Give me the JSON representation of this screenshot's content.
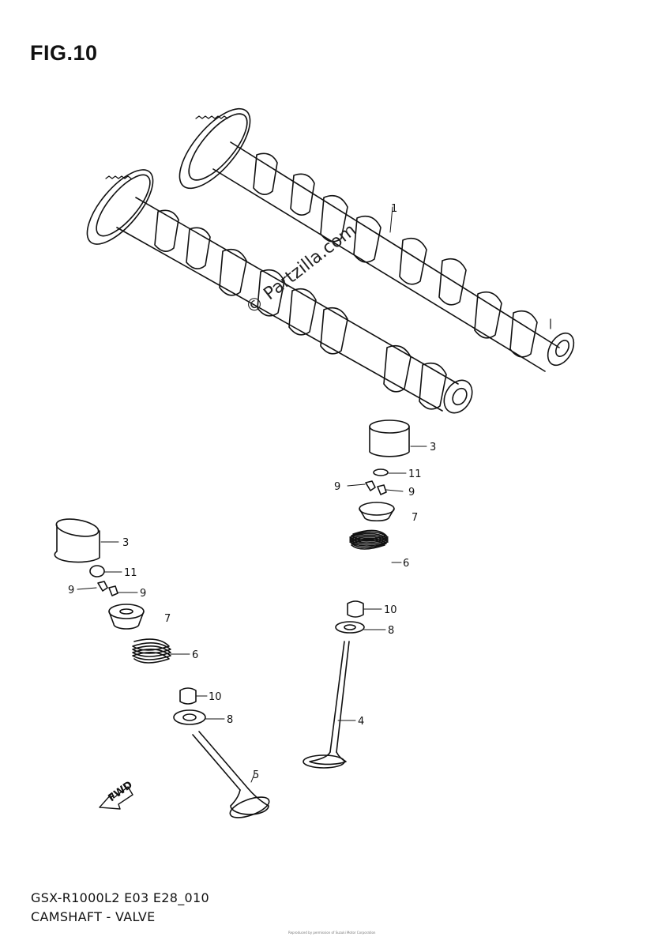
{
  "figure": {
    "title": "FIG.10",
    "code": "GSX-R1000L2 E03 E28_010",
    "description": "CAMSHAFT - VALVE",
    "watermark": "© Partzilla.com",
    "fine_print": "Reproduced by permission of Suzuki Motor Corporation"
  },
  "callouts": {
    "c1": "1",
    "c3a": "3",
    "c3b": "3",
    "c4": "4",
    "c5": "5",
    "c6a": "6",
    "c6b": "6",
    "c7a": "7",
    "c7b": "7",
    "c8a": "8",
    "c8b": "8",
    "c9a": "9",
    "c9b": "9",
    "c9c": "9",
    "c9d": "9",
    "c10a": "10",
    "c10b": "10",
    "c11a": "11",
    "c11b": "11"
  },
  "direction_marker": "FWD"
}
